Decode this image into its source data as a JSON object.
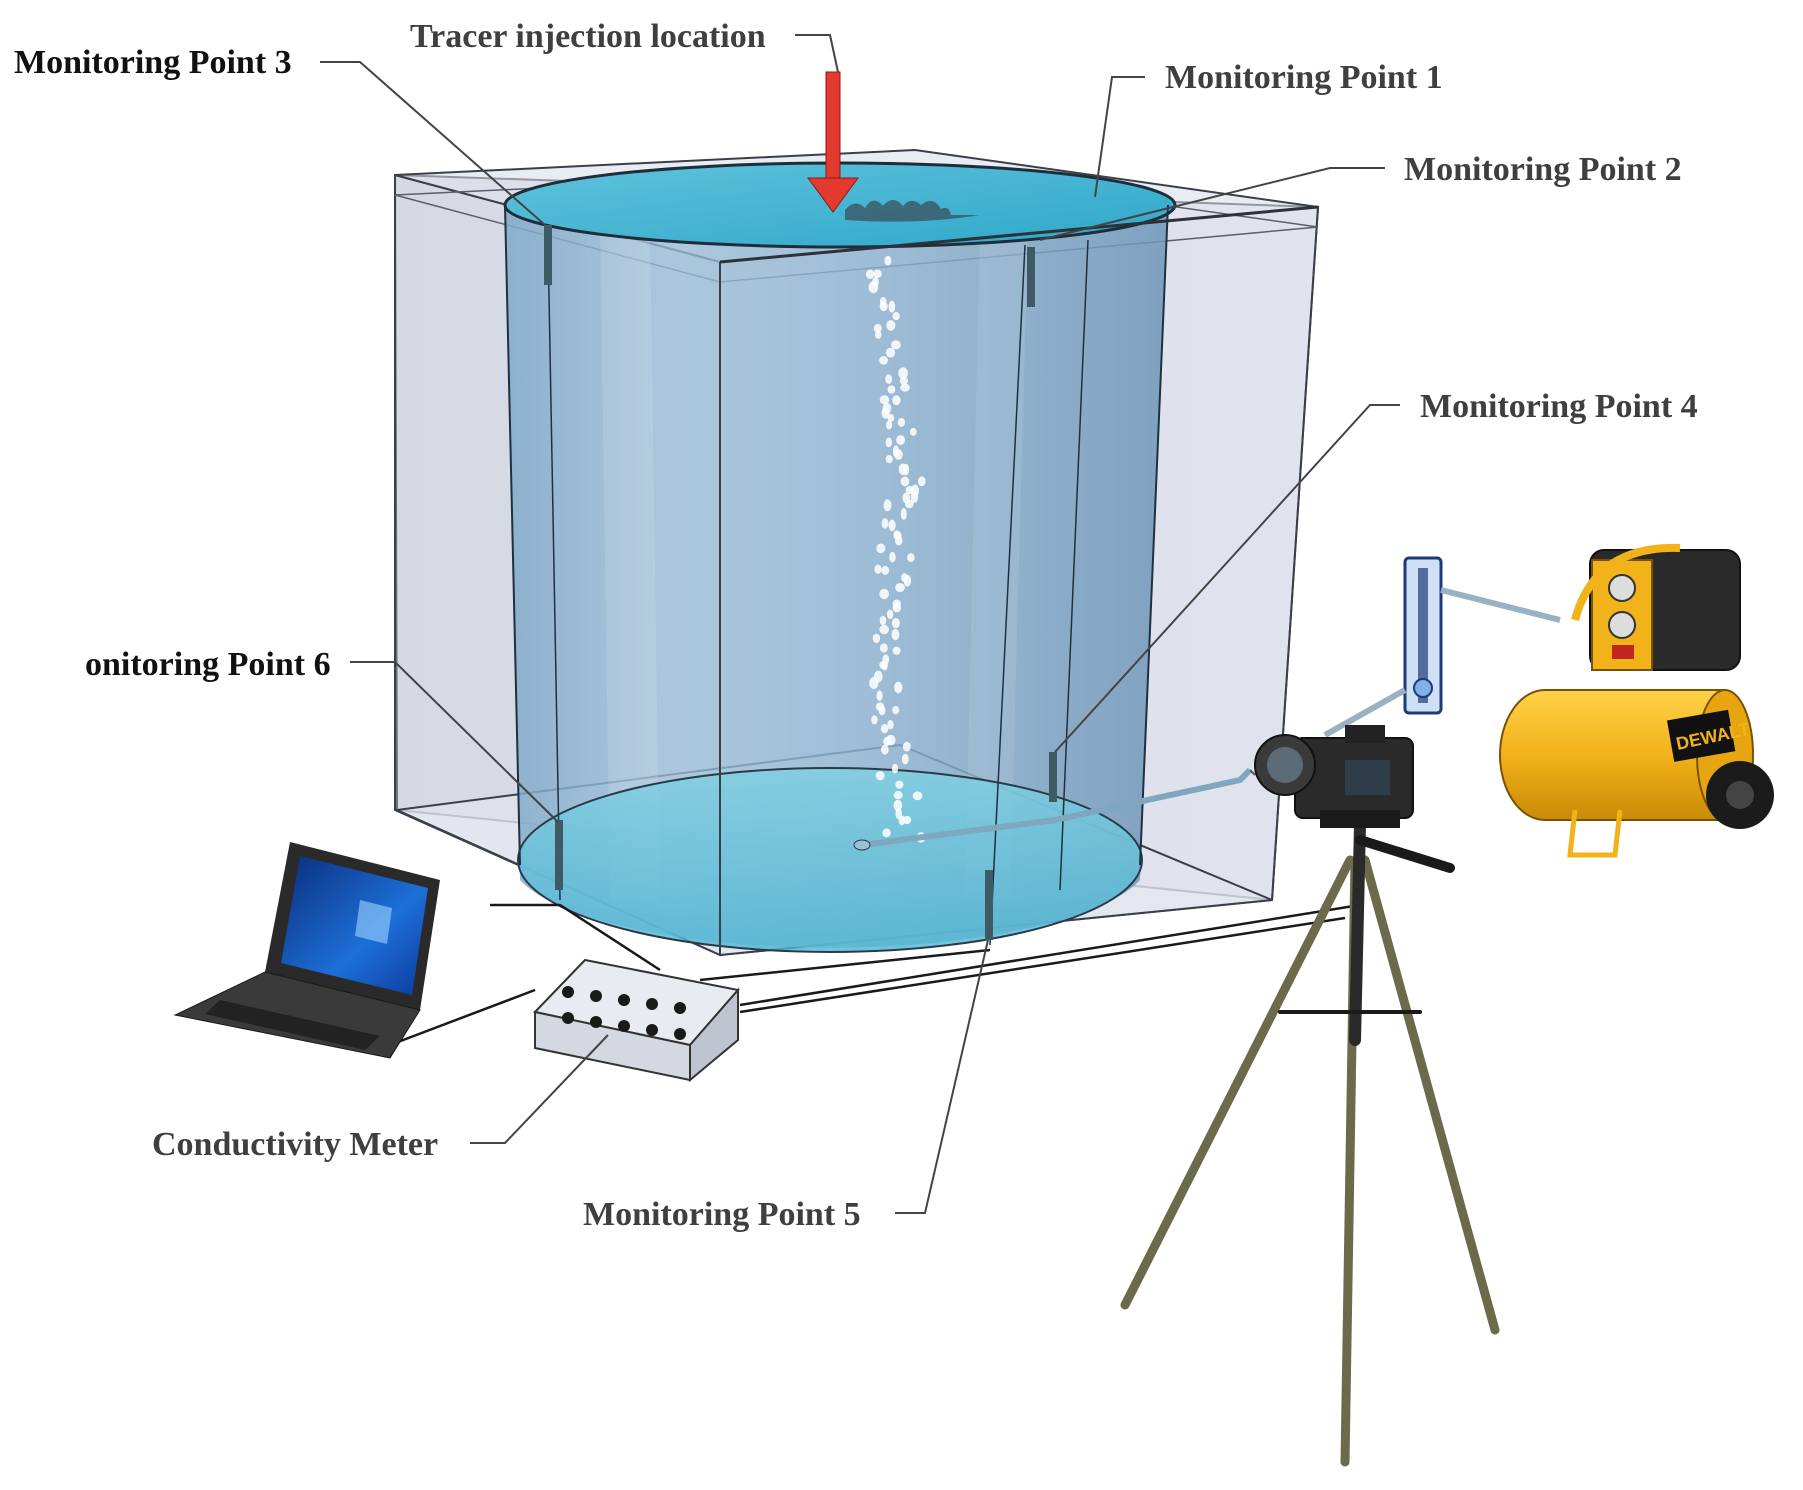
{
  "labels": {
    "tracer_injection": "Tracer injection location",
    "mp1": "Monitoring Point 1",
    "mp2": "Monitoring Point 2",
    "mp3": "Monitoring Point 3",
    "mp4": "Monitoring Point 4",
    "mp5": "Monitoring Point 5",
    "mp6": "onitoring Point 6",
    "conductivity_meter": "Conductivity Meter"
  },
  "compressor_brand": "DEWALT",
  "colors": {
    "water": "#6fc6df",
    "tank_glass": "#c9cfe0",
    "arrow": "#e23a2f",
    "compressor": "#f2b21a",
    "tripod": "#6b6a4a"
  },
  "icons": [
    "laptop-icon",
    "camera-icon",
    "tripod-icon",
    "air-compressor-icon",
    "flowmeter-icon",
    "conductivity-meter-icon"
  ]
}
